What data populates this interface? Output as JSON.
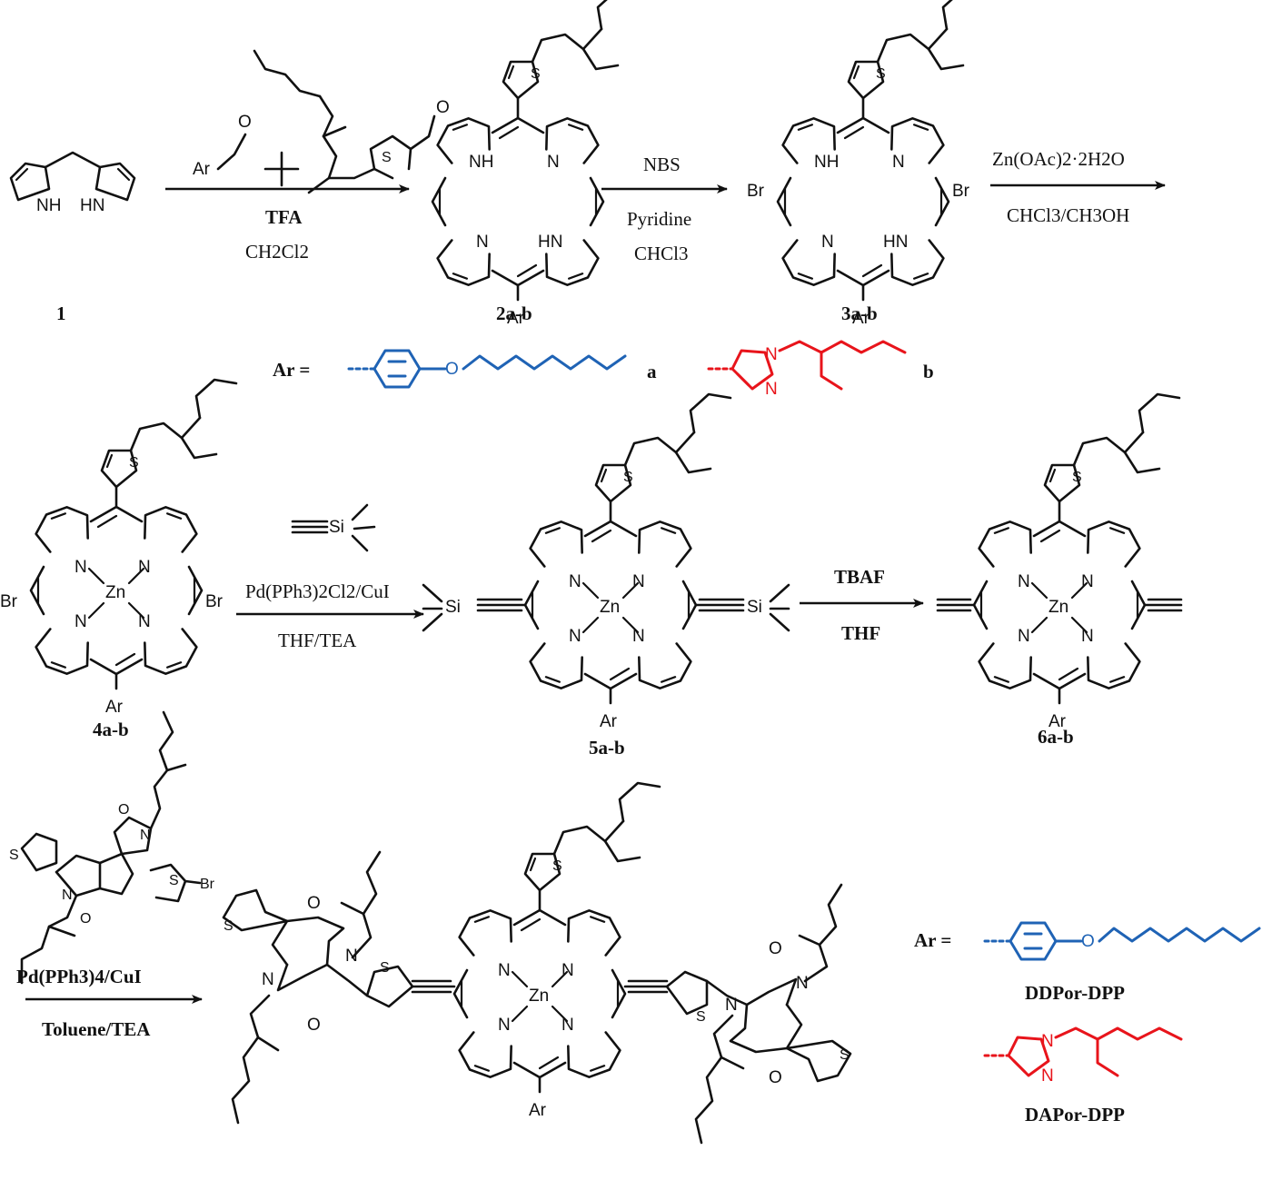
{
  "compounds": {
    "c1": "1",
    "c2": "2a-b",
    "c3": "3a-b",
    "c4": "4a-b",
    "c5": "5a-b",
    "c6": "6a-b",
    "final_a": "DDPor-DPP",
    "final_b": "DAPor-DPP"
  },
  "steps": {
    "step1": {
      "above": "Ar",
      "reagent_line1": "TFA",
      "reagent_line2": "CH2Cl2"
    },
    "step2": {
      "line1": "NBS",
      "line2": "Pyridine",
      "line3": "CHCl3"
    },
    "step3": {
      "line1": "Zn(OAc)2·2H2O",
      "line2": "CHCl3/CH3OH"
    },
    "step4": {
      "line1": "Pd(PPh3)2Cl2/CuI",
      "line2": "THF/TEA"
    },
    "step5": {
      "line1": "TBAF",
      "line2": "THF"
    },
    "step6": {
      "line1": "Pd(PPh3)4/CuI",
      "line2": "Toluene/TEA"
    }
  },
  "ar_legend": {
    "label": "Ar =",
    "variant_a": "a",
    "variant_b": "b",
    "label2": "Ar ="
  },
  "atoms": {
    "NH": "NH",
    "HN": "HN",
    "N": "N",
    "Zn": "Zn",
    "Br": "Br",
    "S": "S",
    "O": "O",
    "Si": "Si",
    "Ar": "Ar"
  },
  "colors": {
    "variant_a": "#1f63b5",
    "variant_b": "#e8141b",
    "ink": "#111111"
  }
}
